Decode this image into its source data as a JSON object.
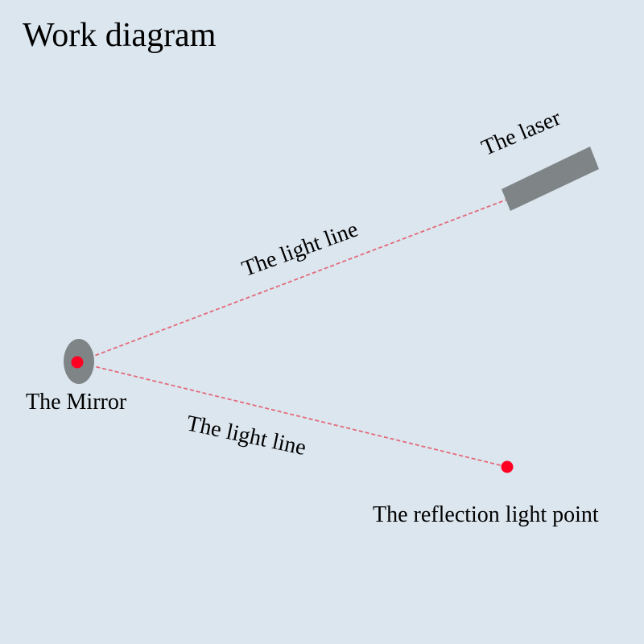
{
  "title": "Work diagram",
  "labels": {
    "laser": "The laser",
    "incident_line": "The light line",
    "mirror": "The Mirror",
    "reflected_line": "The light line",
    "reflection_point": "The reflection light point"
  },
  "colors": {
    "background": "#dce6ef",
    "beam": "#e36a7a",
    "dot": "#ff0022",
    "laser_body": "#7f8487",
    "mirror_body": "#7f8487"
  }
}
